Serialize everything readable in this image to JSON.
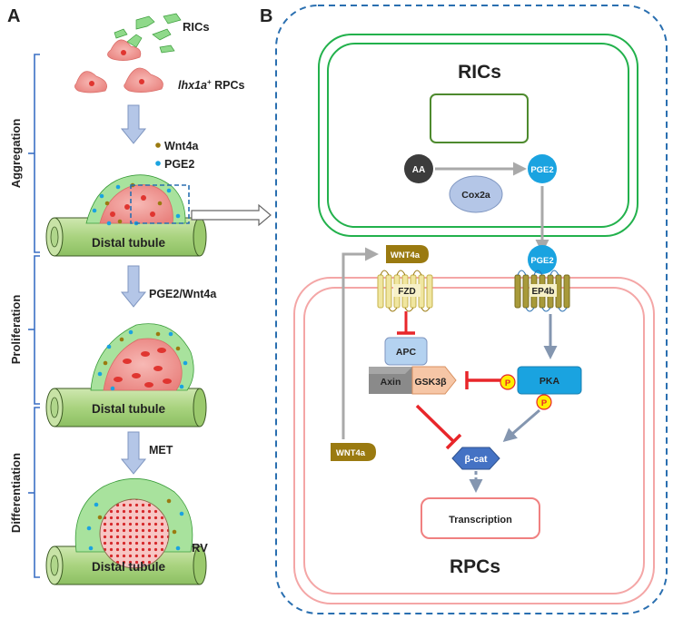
{
  "panel_a": {
    "letter": "A",
    "cells": {
      "rics": "RICs",
      "rpcs_gene": "lhx1a",
      "rpcs_sup": "+",
      "rpcs_suffix": " RPCs"
    },
    "legend": {
      "wnt4a": "Wnt4a",
      "pge2": "PGE2"
    },
    "stages": [
      "Aggregation",
      "Proliferation",
      "Differentiation"
    ],
    "arrows": [
      "PGE2/Wnt4a",
      "MET"
    ],
    "tubule": "Distal tubule",
    "rv": "RV"
  },
  "panel_b": {
    "letter": "B",
    "rics": "RICs",
    "rpcs": "RPCs",
    "aa": "AA",
    "cox2a": "Cox2a",
    "pge2_top": "PGE2",
    "pge2_receptor": "PGE2",
    "ep4b": "EP4b",
    "wnt4a_ligand": "WNT4a",
    "wnt4a_secreted": "WNT4a",
    "fzd": "FZD",
    "apc": "APC",
    "axin": "Axin",
    "gsk3b": "GSK3β",
    "pka": "PKA",
    "p1": "P",
    "p2": "P",
    "bcat": "β-cat",
    "transcription": "Transcription"
  },
  "colors": {
    "stage_bracket": "#3a6fc4",
    "dashed_border": "#2a6fb0",
    "rics_membrane": "#22b14c",
    "rpcs_membrane": "#f4a6a6",
    "inhibit": "#e8262a",
    "pathway_arrow": "#8496b0",
    "wnt": "#9a7a10",
    "pge2": "#1aa3e0",
    "receptor": "#b5a33f"
  }
}
